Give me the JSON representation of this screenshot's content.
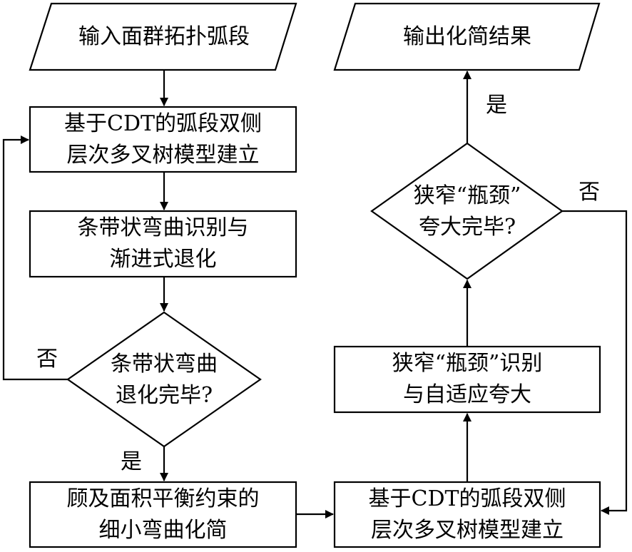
{
  "nodes": {
    "input": {
      "text": "输入面群拓扑弧段"
    },
    "cdt_build_left": {
      "text": "基于CDT的弧段双侧\n层次多叉树模型建立"
    },
    "strip_detect": {
      "text": "条带状弯曲识别与\n渐进式退化"
    },
    "strip_done_decision": {
      "text": "条带状弯曲\n退化完毕?"
    },
    "small_bend_simplify": {
      "text": "顾及面积平衡约束的\n细小弯曲化简"
    },
    "cdt_build_right": {
      "text": "基于CDT的弧段双侧\n层次多叉树模型建立"
    },
    "bottleneck_detect": {
      "text": "狭窄“瓶颈”识别\n与自适应夸大"
    },
    "bottleneck_done_decision": {
      "text": "狭窄“瓶颈”\n夸大完毕?"
    },
    "output": {
      "text": "输出化简结果"
    }
  },
  "edge_labels": {
    "left_no": "否",
    "left_yes": "是",
    "right_no": "否",
    "right_yes": "是"
  }
}
